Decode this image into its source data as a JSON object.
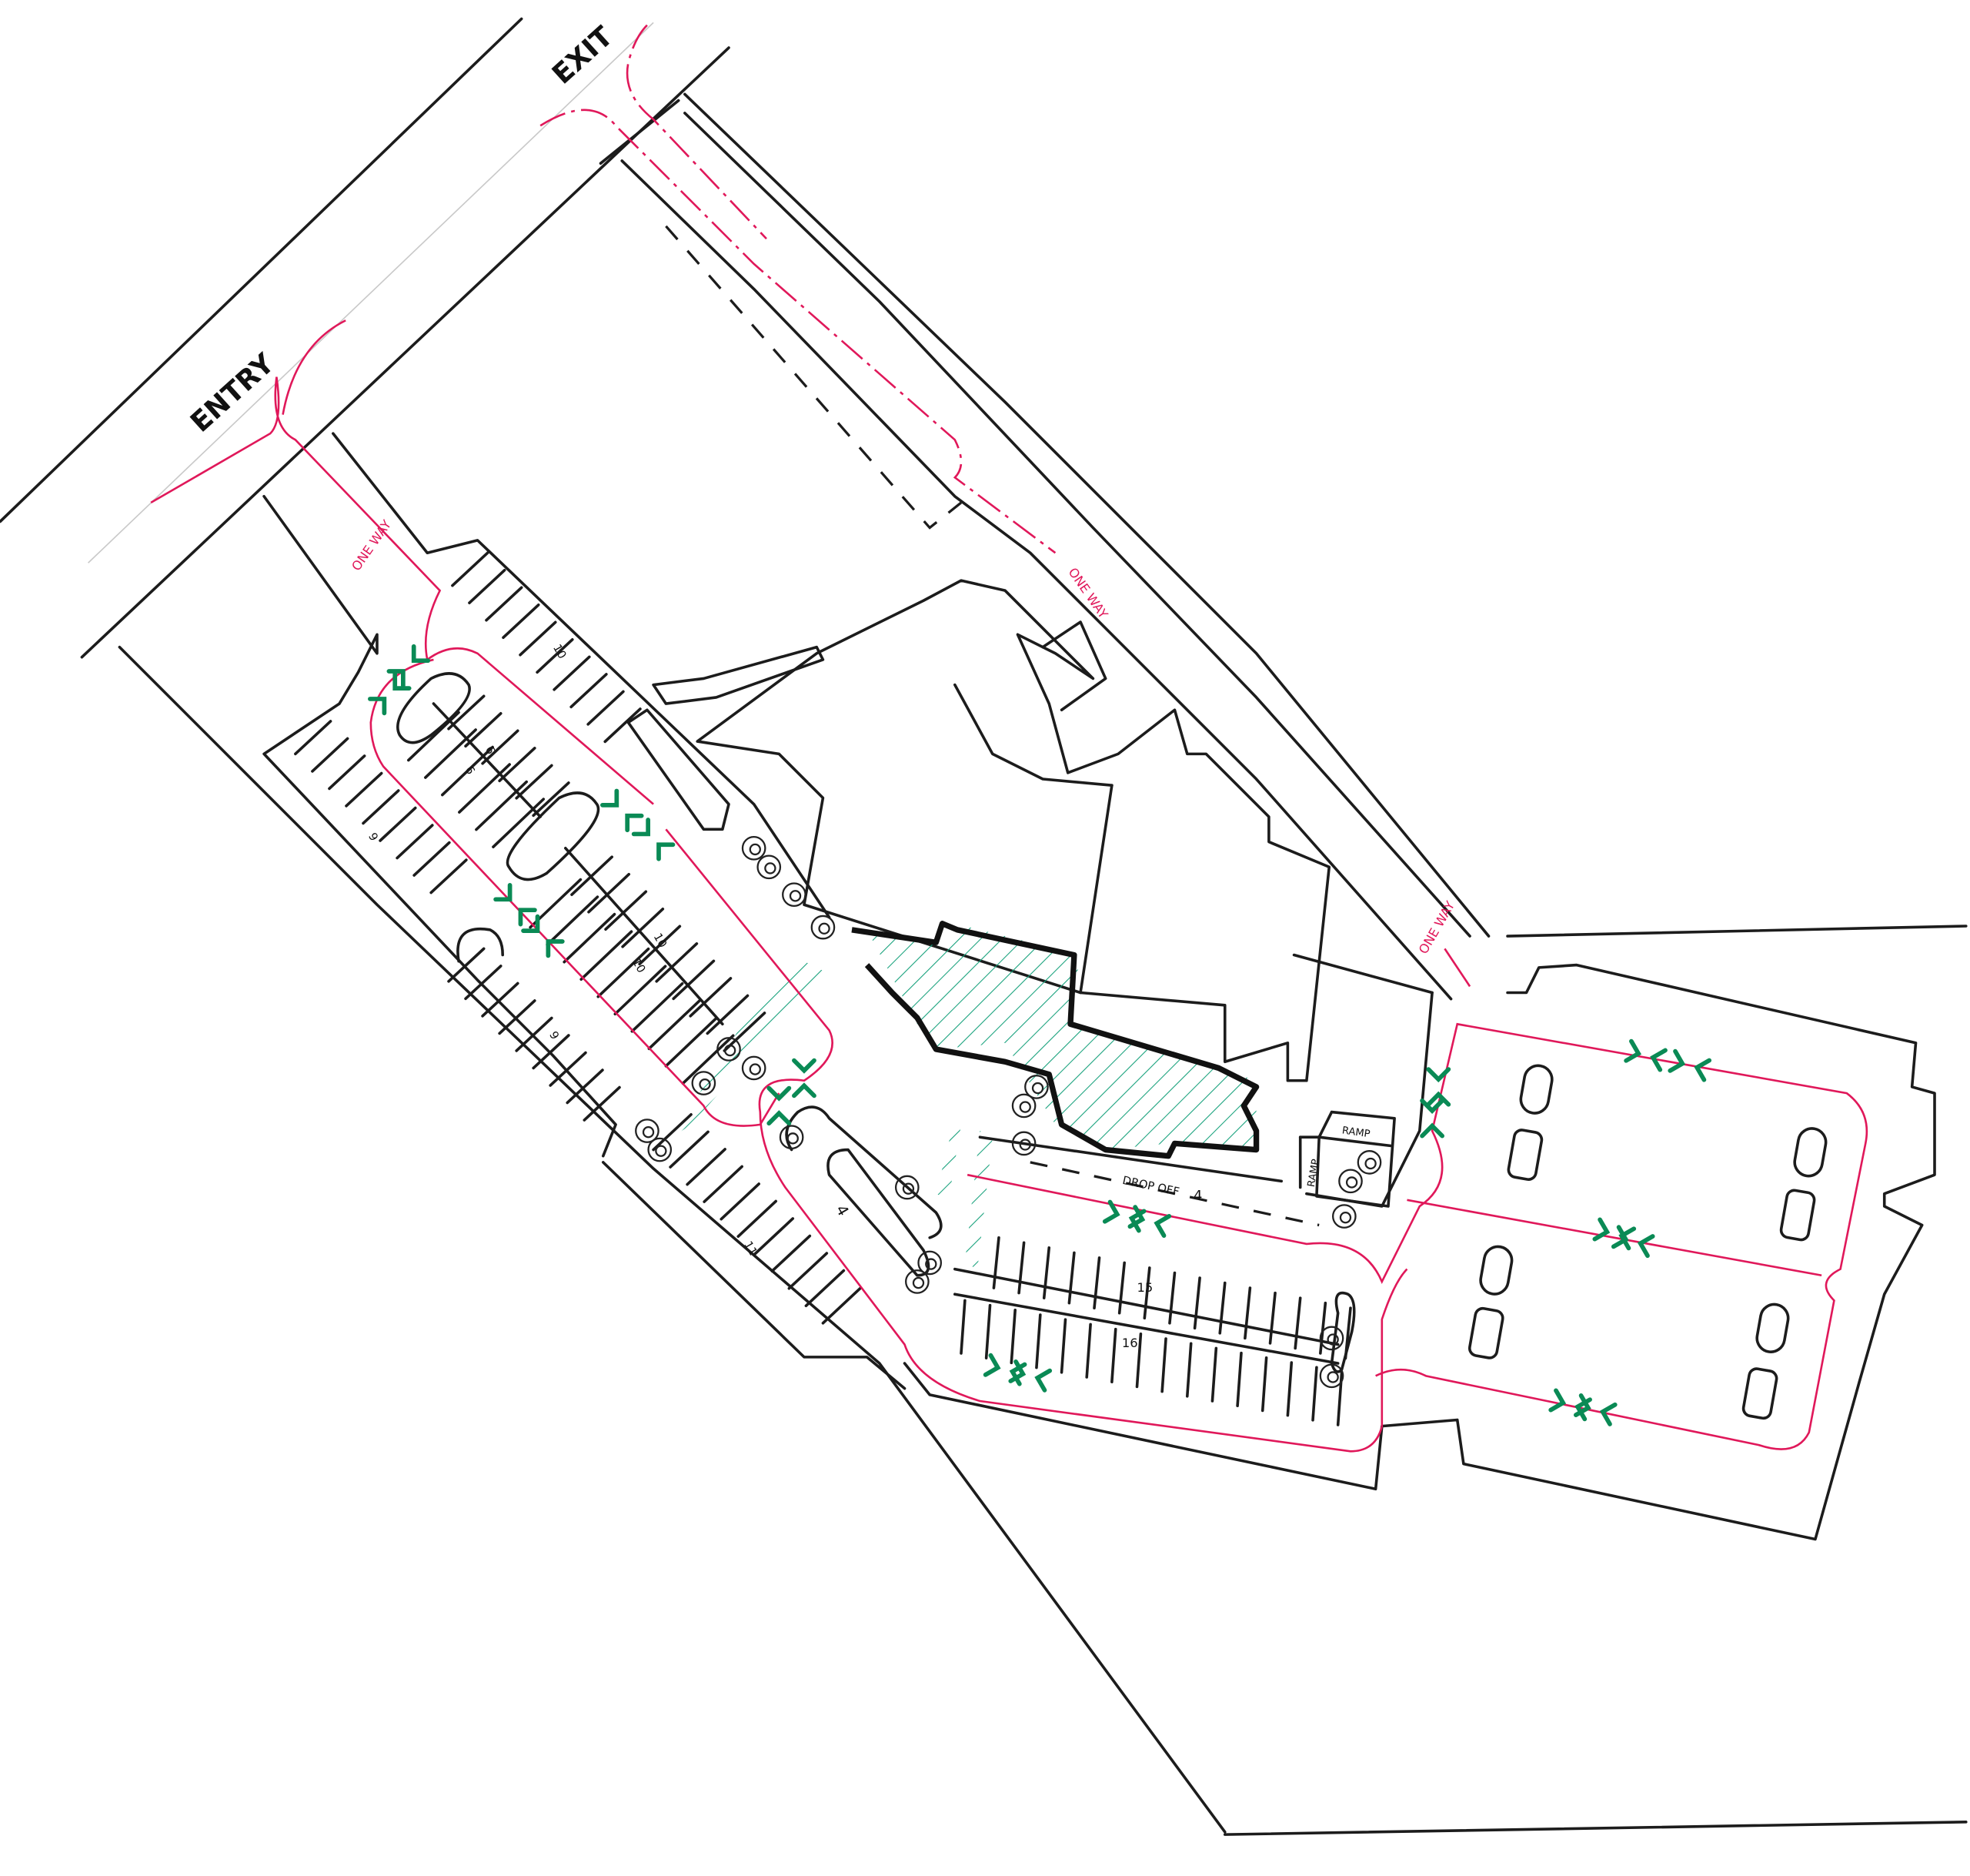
{
  "title": "Site plan sketch",
  "labels": {
    "entry": "ENTRY",
    "exit": "EXIT",
    "one_way_1": "ONE WAY",
    "one_way_2": "ONE WAY",
    "one_way_3": "ONE WAY",
    "drop_off": "DROP OFF",
    "drop_off_count": "4",
    "ramp_1": "RAMP",
    "ramp_2": "RAMP"
  },
  "stall_counts": {
    "row_top": "10",
    "island_a1": "6",
    "island_a2": "6",
    "row_left_upper": "9",
    "island_b1": "10",
    "island_b2": "10",
    "row_left_lower": "9",
    "row_south": "11",
    "accessible": "4",
    "row_15": "15",
    "row_16": "16"
  },
  "colors": {
    "ink": "#1c1c1c",
    "traffic_flow": "#e0185a",
    "pedestrian": "#0a8a55"
  }
}
